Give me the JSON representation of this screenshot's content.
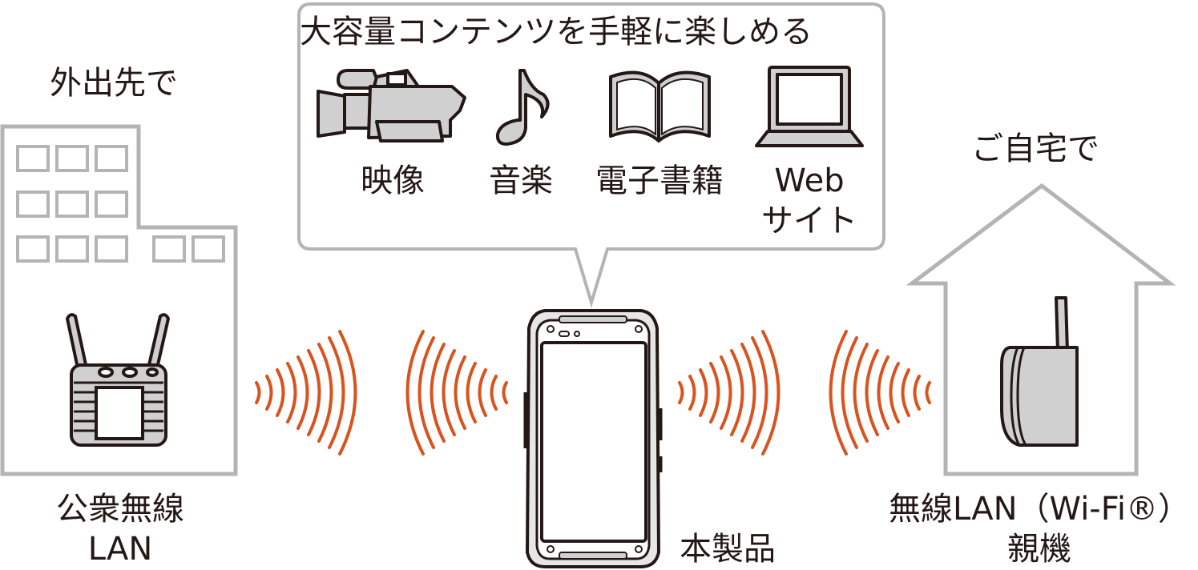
{
  "bubble": {
    "title": "大容量コンテンツを手軽に楽しめる",
    "items": [
      {
        "label": "映像",
        "icon": "video-camera-icon"
      },
      {
        "label": "音楽",
        "icon": "music-note-icon"
      },
      {
        "label": "電子書籍",
        "icon": "open-book-icon"
      },
      {
        "label_line1": "Web",
        "label_line2": "サイト",
        "icon": "laptop-icon"
      }
    ]
  },
  "left": {
    "heading": "外出先で",
    "label_line1": "公衆無線",
    "label_line2": "LAN",
    "icon": "wireless-router-icon"
  },
  "right": {
    "heading": "ご自宅で",
    "label_line1": "無線LAN（Wi-Fi®）",
    "label_line2": "親機",
    "icon": "access-point-icon"
  },
  "center": {
    "label": "本製品",
    "icon": "smartphone-icon"
  },
  "colors": {
    "outline": "#b4b4b4",
    "wave": "#d9531e",
    "ink": "#231815",
    "fill": "#d0d0d0"
  }
}
